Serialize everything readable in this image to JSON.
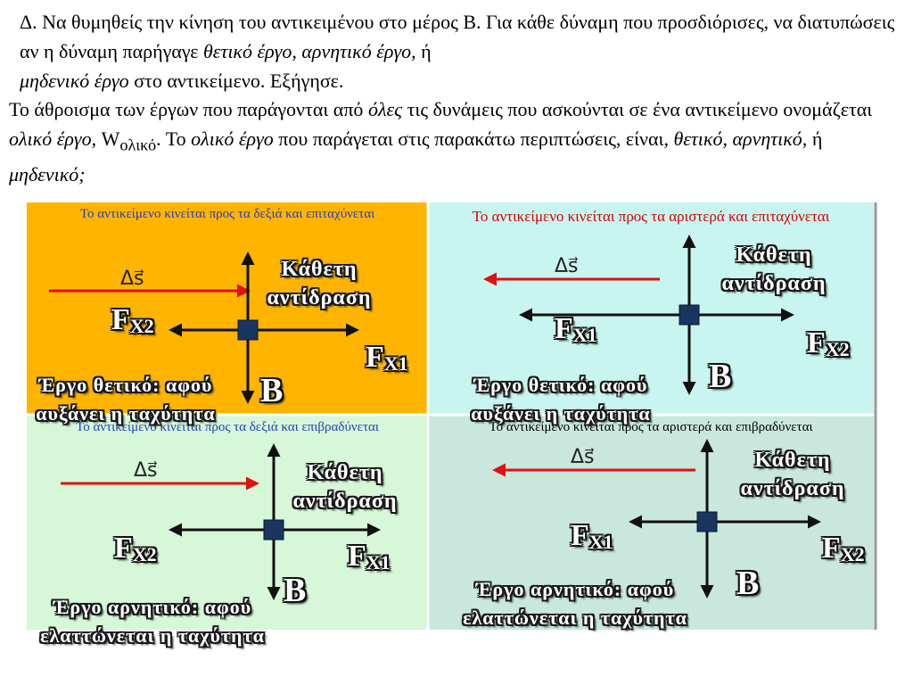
{
  "intro": {
    "line1_a": "Δ. Να θυμηθείς την κίνηση του αντικειμένου στο μέρος Β. Για κάθε δύναμη που προσδιόρισες, να διατυπώσεις αν η δύναμη παρήγαγε ",
    "line1_it": "θετικό έργο, αρνητικό έργο,",
    "line1_b": " ή ",
    "line1_it2": "μηδενικό έργο",
    "line1_c": " στο αντικείμενο. Εξήγησε."
  },
  "intro2": {
    "a": "Το άθροισμα των έργων που παράγονται από ",
    "it1": "όλες",
    "b": " τις δυνάμεις που ασκούνται σε ένα αντικείμενο ονομάζεται ",
    "it2": "ολικό έργο,",
    "c": " W",
    "sub": "ολικό",
    "d": ". Το ",
    "it3": "ολικό έργο",
    "e": " που παράγεται στις παρακάτω περιπτώσεις, είναι, ",
    "it4": "θετικό, αρνητικό,",
    "f": " ή ",
    "it5": "μηδενικό;"
  },
  "labels": {
    "displacement": "Δs⃗",
    "normal": "Κάθετη αντίδραση",
    "fx": "F",
    "sub1": "X1",
    "sub2": "X2",
    "weight": "B"
  },
  "quadrants": [
    {
      "caption": "Το αντικείμενο κινείται προς τα δεξιά και επιταχύνεται",
      "caption_color": "#1f3fbf",
      "bg": "#ffb400",
      "work": "Έργο θετικό: αφού αυξάνει η ταχύτητα"
    },
    {
      "caption": "Το αντικείμενο κινείται προς τα αριστερά και επιταχύνεται",
      "caption_color": "#d80000",
      "bg": "#c8f5ef",
      "work": "Έργο θετικό: αφού αυξάνει η ταχύτητα"
    },
    {
      "caption": "Το αντικείμενο κινείται προς τα δεξιά και επιβραδύνεται",
      "caption_color": "#1f3fbf",
      "bg": "#d6f7d8",
      "work": "Έργο αρνητικό: αφού ελαττώνεται η ταχύτητα"
    },
    {
      "caption": "Το αντικείμενο κινείται προς τα αριστερά και επιβραδύνεται",
      "caption_color": "#000000",
      "bg": "#c9e7dd",
      "work": "Έργο αρνητικό: αφού ελαττώνεται η ταχύτητα"
    }
  ],
  "colors": {
    "arrow": "#111111",
    "displacement_arrow": "#e01010",
    "block": "#1a3560"
  }
}
